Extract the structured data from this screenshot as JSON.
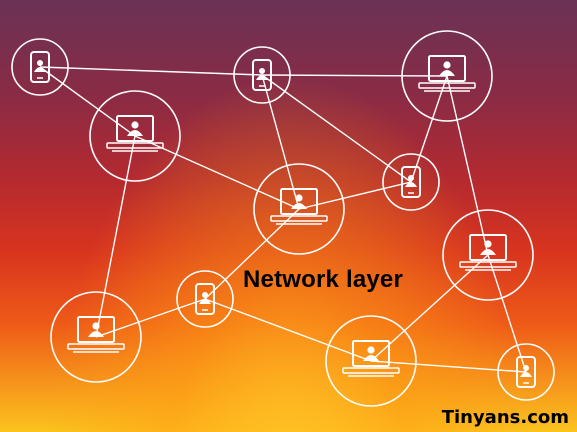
{
  "diagram": {
    "title": "Network layer",
    "watermark": "Tinyans.com",
    "nodes": [
      {
        "id": "phone-top-left",
        "kind": "phone"
      },
      {
        "id": "phone-top-center",
        "kind": "phone"
      },
      {
        "id": "laptop-top-right",
        "kind": "laptop"
      },
      {
        "id": "laptop-upper-left",
        "kind": "laptop"
      },
      {
        "id": "phone-middle-right",
        "kind": "phone"
      },
      {
        "id": "laptop-center",
        "kind": "laptop"
      },
      {
        "id": "laptop-right",
        "kind": "laptop"
      },
      {
        "id": "phone-lower-center",
        "kind": "phone"
      },
      {
        "id": "laptop-bottom-left",
        "kind": "laptop"
      },
      {
        "id": "laptop-bottom-center",
        "kind": "laptop"
      },
      {
        "id": "phone-bottom-right",
        "kind": "phone"
      }
    ],
    "edges": [
      [
        "phone-top-left",
        "phone-top-center"
      ],
      [
        "phone-top-left",
        "laptop-upper-left"
      ],
      [
        "phone-top-center",
        "laptop-top-right"
      ],
      [
        "phone-top-center",
        "laptop-center"
      ],
      [
        "phone-top-center",
        "phone-middle-right"
      ],
      [
        "laptop-top-right",
        "phone-middle-right"
      ],
      [
        "laptop-top-right",
        "laptop-right"
      ],
      [
        "laptop-upper-left",
        "laptop-center"
      ],
      [
        "laptop-upper-left",
        "laptop-bottom-left"
      ],
      [
        "laptop-center",
        "phone-middle-right"
      ],
      [
        "laptop-center",
        "phone-lower-center"
      ],
      [
        "phone-lower-center",
        "laptop-bottom-left"
      ],
      [
        "phone-lower-center",
        "laptop-bottom-center"
      ],
      [
        "laptop-right",
        "laptop-bottom-center"
      ],
      [
        "laptop-right",
        "phone-bottom-right"
      ],
      [
        "laptop-bottom-center",
        "phone-bottom-right"
      ]
    ]
  }
}
